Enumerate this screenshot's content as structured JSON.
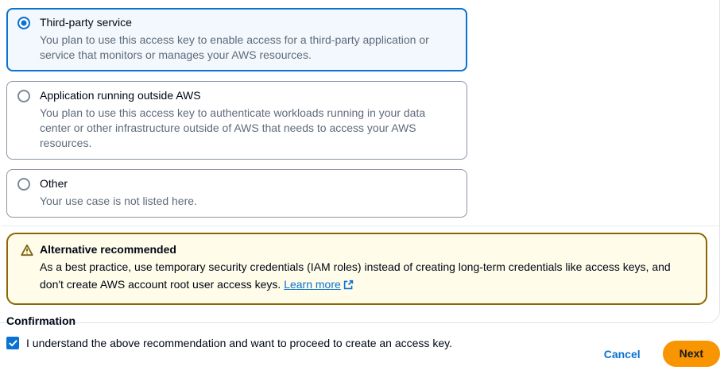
{
  "colors": {
    "accent_blue": "#0972d3",
    "selected_tile_bg": "#f2f8fd",
    "tile_border_unselected": "#8a95a3",
    "warning_border": "#8d6605",
    "warning_bg": "#fffce9",
    "primary_button_bg": "#f89500",
    "primary_button_text": "#16191f",
    "text_primary": "#000716",
    "text_secondary": "#5f6b7a",
    "divider": "#e9ebed"
  },
  "use_cases": {
    "options": [
      {
        "label": "Third-party service",
        "description": "You plan to use this access key to enable access for a third-party application or service that monitors or manages your AWS resources.",
        "selected": true
      },
      {
        "label": "Application running outside AWS",
        "description": "You plan to use this access key to authenticate workloads running in your data center or other infrastructure outside of AWS that needs to access your AWS resources.",
        "selected": false
      },
      {
        "label": "Other",
        "description": "Your use case is not listed here.",
        "selected": false
      }
    ]
  },
  "alert": {
    "type": "warning",
    "title": "Alternative recommended",
    "text": "As a best practice, use temporary security credentials (IAM roles) instead of creating long-term credentials like access keys, and don't create AWS account root user access keys.",
    "link_label": "Learn more"
  },
  "confirmation": {
    "heading": "Confirmation",
    "checkbox_label": "I understand the above recommendation and want to proceed to create an access key.",
    "checked": true
  },
  "footer": {
    "cancel_label": "Cancel",
    "next_label": "Next"
  }
}
